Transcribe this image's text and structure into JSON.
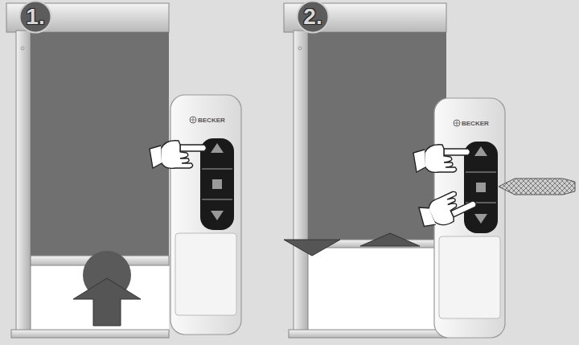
{
  "diagram": {
    "nodes": [
      {
        "text": [
          "1."
        ]
      },
      {
        "text": [
          "2."
        ]
      }
    ],
    "labels": [
      "BECKER",
      "BECKER"
    ]
  }
}
